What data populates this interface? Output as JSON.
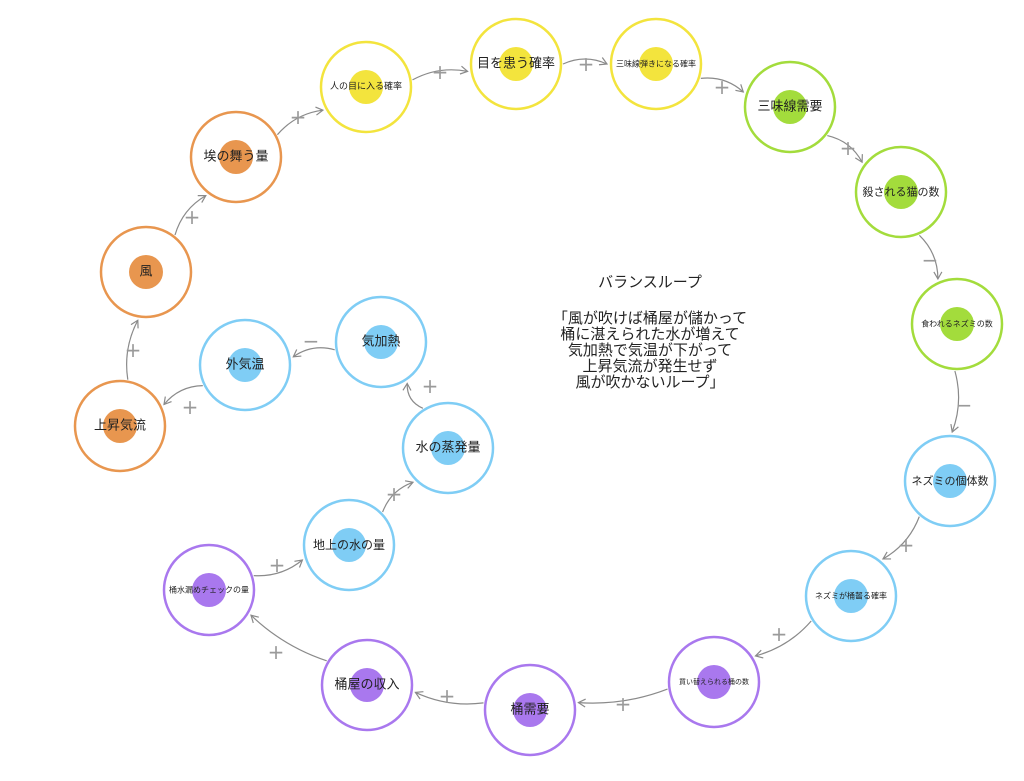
{
  "colors": {
    "orange": "#e8964f",
    "yellow": "#f3e43d",
    "green": "#a3dc3c",
    "blue": "#7fcdf5",
    "purple": "#a978ee"
  },
  "note": {
    "title": "バランスループ",
    "body": "「風が吹けば桶屋が儲かって\n桶に湛えられた水が増えて\n気加熱で気温が下がって\n上昇気流が発生せず\n風が吹かないループ」"
  },
  "nodes": [
    {
      "id": "wind",
      "label": "風",
      "color": "orange"
    },
    {
      "id": "dust",
      "label": "埃の舞う量",
      "color": "orange"
    },
    {
      "id": "eye",
      "label": "人の目に入る確率",
      "color": "yellow"
    },
    {
      "id": "eye-disease",
      "label": "目を患う確率",
      "color": "yellow"
    },
    {
      "id": "shamisen-player",
      "label": "三味線弾きになる確率",
      "color": "yellow"
    },
    {
      "id": "shamisen-demand",
      "label": "三味線需要",
      "color": "green"
    },
    {
      "id": "cats-killed",
      "label": "殺される猫の数",
      "color": "green"
    },
    {
      "id": "mice-eaten",
      "label": "食われるネズミの数",
      "color": "green"
    },
    {
      "id": "mice-count",
      "label": "ネズミの個体数",
      "color": "blue"
    },
    {
      "id": "mice-gnaw",
      "label": "ネズミが桶齧る確率",
      "color": "blue"
    },
    {
      "id": "barrels-replaced",
      "label": "買い替えられる桶の数",
      "color": "purple"
    },
    {
      "id": "barrel-demand",
      "label": "桶需要",
      "color": "purple"
    },
    {
      "id": "cooper-income",
      "label": "桶屋の収入",
      "color": "purple"
    },
    {
      "id": "barrel-check",
      "label": "桶水漏めチェックの量",
      "color": "purple"
    },
    {
      "id": "ground-water",
      "label": "地上の水の量",
      "color": "blue"
    },
    {
      "id": "evaporation",
      "label": "水の蒸発量",
      "color": "blue"
    },
    {
      "id": "heat-loss",
      "label": "気加熱",
      "color": "blue"
    },
    {
      "id": "temperature",
      "label": "外気温",
      "color": "blue"
    },
    {
      "id": "updraft",
      "label": "上昇気流",
      "color": "orange"
    }
  ],
  "edges": [
    {
      "from": "wind",
      "to": "dust",
      "sign": "+"
    },
    {
      "from": "dust",
      "to": "eye",
      "sign": "+"
    },
    {
      "from": "eye",
      "to": "eye-disease",
      "sign": "+"
    },
    {
      "from": "eye-disease",
      "to": "shamisen-player",
      "sign": "+"
    },
    {
      "from": "shamisen-player",
      "to": "shamisen-demand",
      "sign": "+"
    },
    {
      "from": "shamisen-demand",
      "to": "cats-killed",
      "sign": "+"
    },
    {
      "from": "cats-killed",
      "to": "mice-eaten",
      "sign": "−"
    },
    {
      "from": "mice-eaten",
      "to": "mice-count",
      "sign": "−"
    },
    {
      "from": "mice-count",
      "to": "mice-gnaw",
      "sign": "+"
    },
    {
      "from": "mice-gnaw",
      "to": "barrels-replaced",
      "sign": "+"
    },
    {
      "from": "barrels-replaced",
      "to": "barrel-demand",
      "sign": "+"
    },
    {
      "from": "barrel-demand",
      "to": "cooper-income",
      "sign": "+"
    },
    {
      "from": "cooper-income",
      "to": "barrel-check",
      "sign": "+"
    },
    {
      "from": "barrel-check",
      "to": "ground-water",
      "sign": "+"
    },
    {
      "from": "ground-water",
      "to": "evaporation",
      "sign": "+"
    },
    {
      "from": "evaporation",
      "to": "heat-loss",
      "sign": "+"
    },
    {
      "from": "heat-loss",
      "to": "temperature",
      "sign": "−"
    },
    {
      "from": "temperature",
      "to": "updraft",
      "sign": "+"
    },
    {
      "from": "updraft",
      "to": "wind",
      "sign": "+"
    }
  ]
}
